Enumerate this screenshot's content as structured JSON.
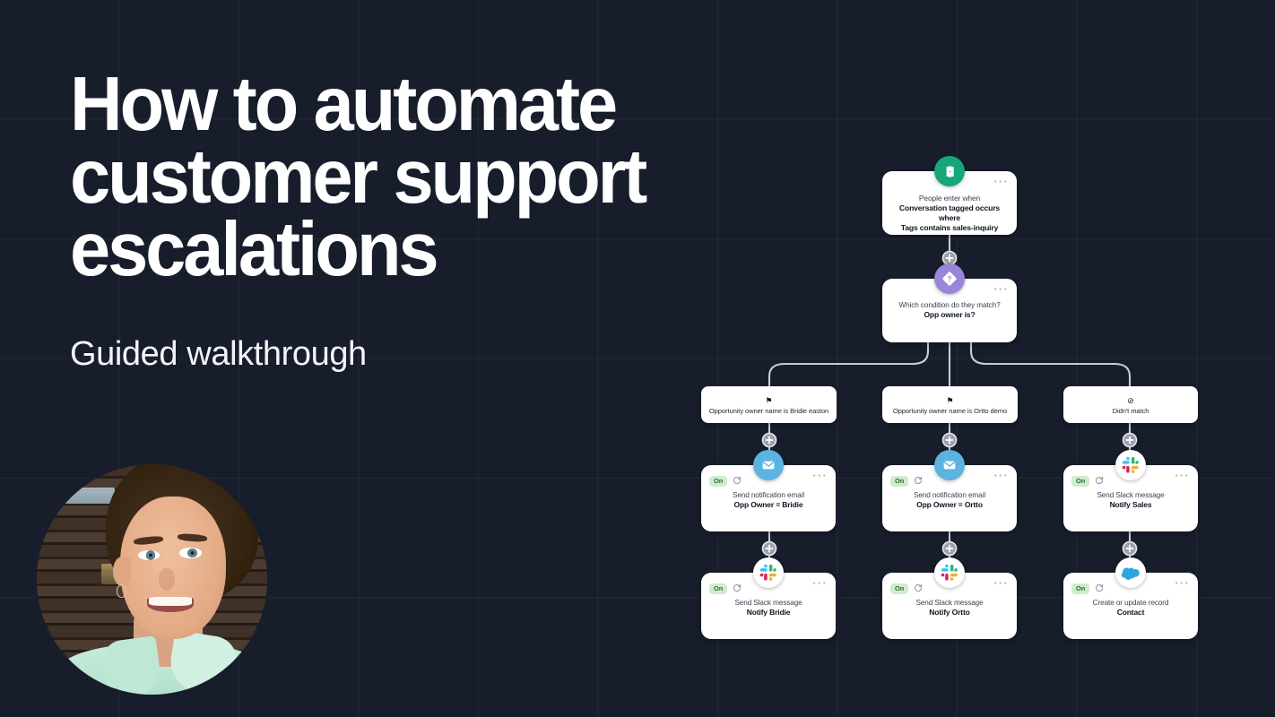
{
  "hero": {
    "title": "How to automate\ncustomer support\nescalations",
    "subtitle": "Guided walkthrough",
    "avatar_alt": "presenter-headshot"
  },
  "theme": {
    "background": "#171d2b",
    "grid_line": "rgba(255,255,255,0.055)",
    "title_color": "#ffffff",
    "trigger_green": "#17a579",
    "condition_purple": "#9a86d8",
    "email_blue": "#5bb3e0",
    "on_badge_bg": "#cfeccd",
    "on_badge_text": "#2b6b2f",
    "card_bg": "#ffffff",
    "edge_color": "#c8ccd4"
  },
  "flow": {
    "trigger": {
      "icon": "door-enter-icon",
      "sub": "People enter when",
      "main": "Conversation tagged occurs where\nTags contains sales-inquiry",
      "menu": "···"
    },
    "condition": {
      "icon": "question-diamond-icon",
      "sub": "Which condition do they match?",
      "main": "Opp owner is?",
      "menu": "···"
    },
    "branches": [
      {
        "icon": "flag-icon",
        "glyph": "⚑",
        "text": "Opportunity owner name is Bridie easton"
      },
      {
        "icon": "flag-icon",
        "glyph": "⚑",
        "text": "Opportunity owner name is Ortto demo"
      },
      {
        "icon": "no-match-icon",
        "glyph": "⊘",
        "text": "Didn't match"
      }
    ],
    "actions": [
      {
        "id": "a-1",
        "icon": "email-icon",
        "badge": "blue",
        "status": "On",
        "sync": "sync-icon",
        "menu": "···",
        "sub": "Send notification email",
        "main": "Opp Owner = Bridie"
      },
      {
        "id": "a-2",
        "icon": "email-icon",
        "badge": "blue",
        "status": "On",
        "sync": "sync-icon",
        "menu": "···",
        "sub": "Send notification email",
        "main": "Opp Owner = Ortto"
      },
      {
        "id": "a-3",
        "icon": "slack-icon",
        "badge": "white",
        "status": "On",
        "sync": "sync-icon",
        "menu": "···",
        "sub": "Send Slack message",
        "main": "Notify Sales"
      },
      {
        "id": "a-4",
        "icon": "slack-icon",
        "badge": "white",
        "status": "On",
        "sync": "sync-icon",
        "menu": "···",
        "sub": "Send Slack message",
        "main": "Notify Bridie"
      },
      {
        "id": "a-5",
        "icon": "slack-icon",
        "badge": "white",
        "status": "On",
        "sync": "sync-icon",
        "menu": "···",
        "sub": "Send Slack message",
        "main": "Notify Ortto"
      },
      {
        "id": "a-6",
        "icon": "salesforce-cloud-icon",
        "badge": "white",
        "status": "On",
        "sync": "sync-icon",
        "menu": "···",
        "sub": "Create or update record",
        "main": "Contact"
      }
    ],
    "add_step_glyph": "+"
  }
}
